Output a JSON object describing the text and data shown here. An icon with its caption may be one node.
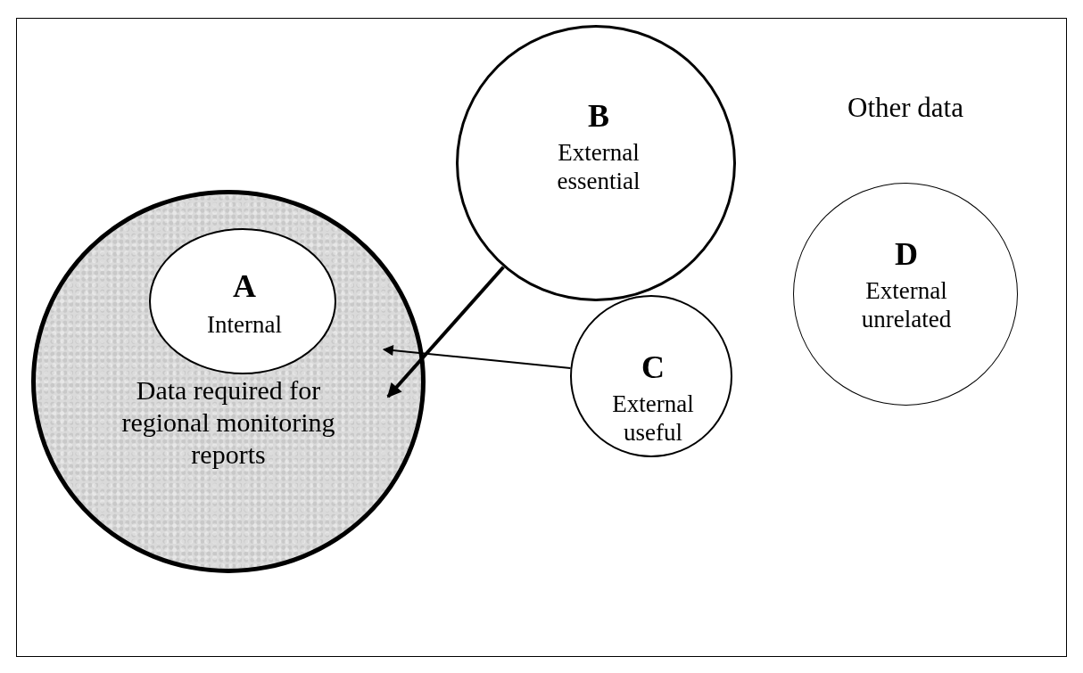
{
  "diagram": {
    "nodes": [
      {
        "text": [
          "Data required for regional monitoring reports"
        ]
      },
      {
        "text": [
          "A",
          "Internal"
        ],
        "in": 0
      },
      {
        "text": [
          "B",
          "External essential"
        ]
      },
      {
        "text": [
          "C",
          "External useful"
        ]
      },
      {
        "text": [
          "D",
          "External unrelated"
        ],
        "beside": [
          "Other data"
        ]
      }
    ],
    "edges": [
      {
        "from": 2,
        "to": 0,
        "arrow": "to",
        "style": "thick"
      },
      {
        "from": 3,
        "to": 0,
        "arrow": "to"
      }
    ]
  }
}
